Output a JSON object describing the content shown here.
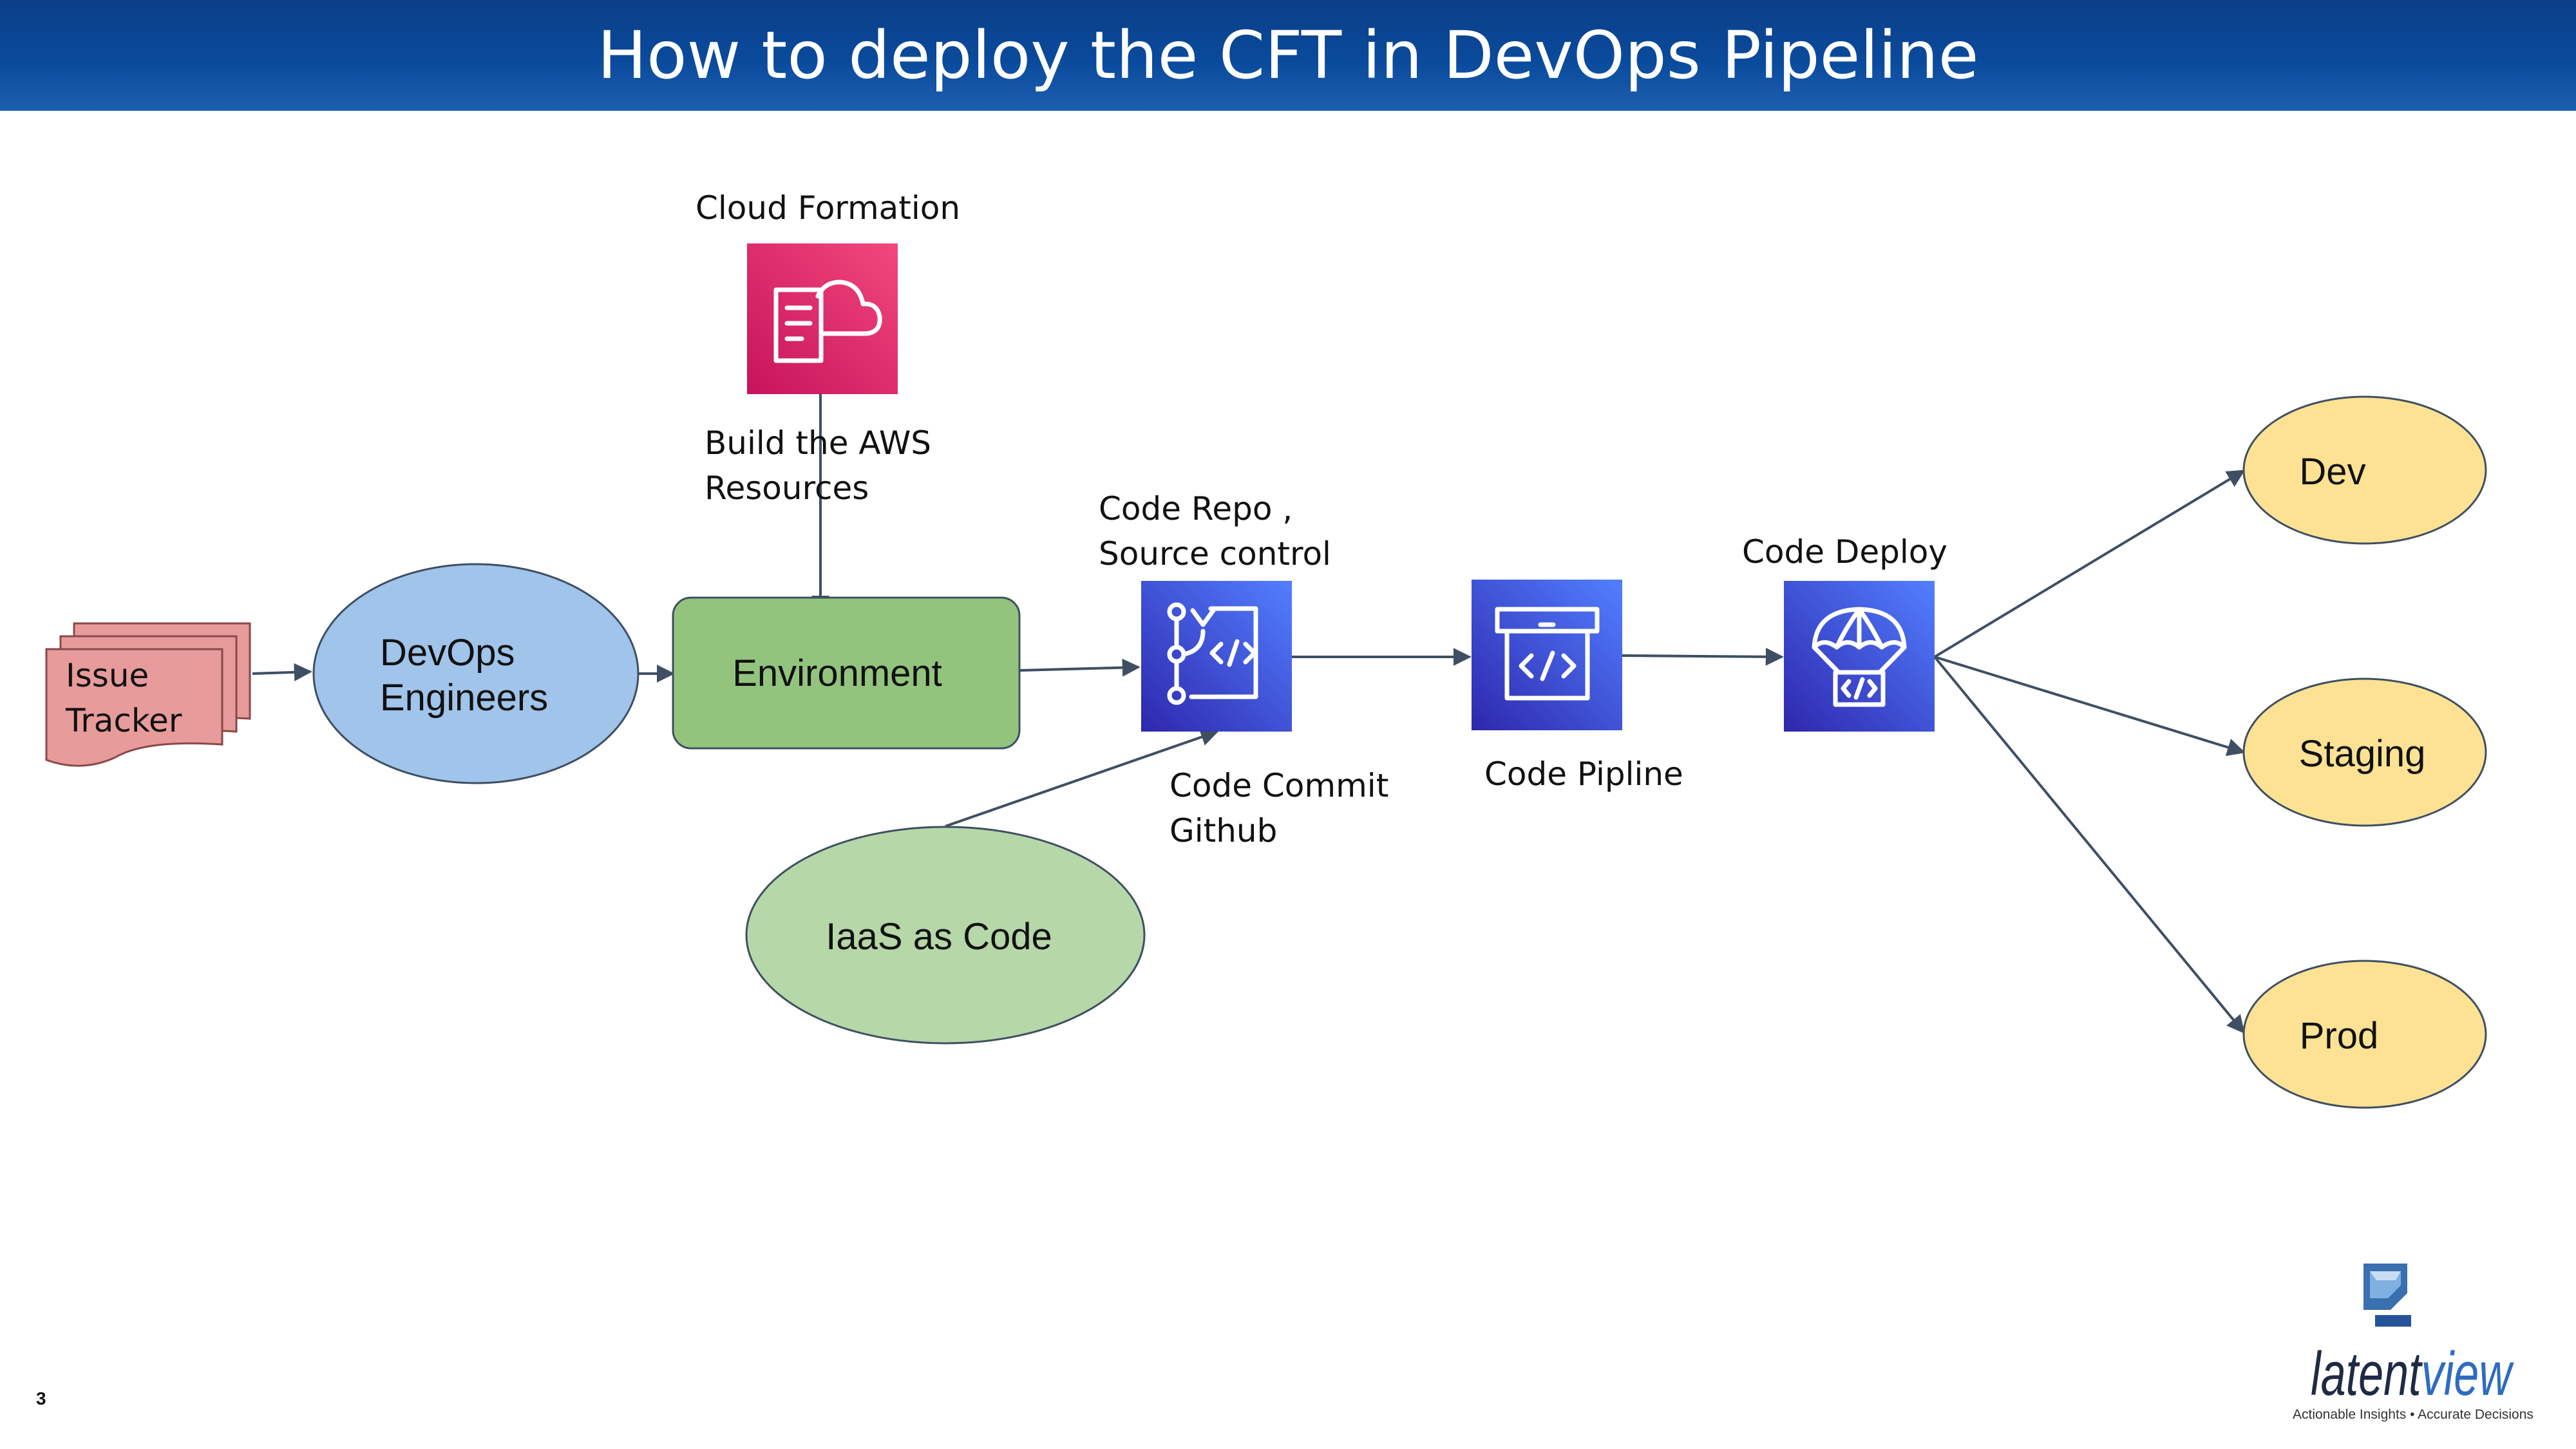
{
  "header": {
    "title": "How to deploy the CFT in DevOps Pipeline"
  },
  "nodes": {
    "issue_tracker": {
      "line1": "Issue",
      "line2": "Tracker"
    },
    "devops_engineers": {
      "line1": "DevOps",
      "line2": "Engineers"
    },
    "environment": {
      "label": "Environment"
    },
    "iaas": {
      "label": "IaaS as Code"
    },
    "dev": {
      "label": "Dev"
    },
    "staging": {
      "label": "Staging"
    },
    "prod": {
      "label": "Prod"
    }
  },
  "labels": {
    "cloud_formation": "Cloud Formation",
    "build_line1": "Build the AWS",
    "build_line2": "Resources",
    "repo_line1": "Code Repo ,",
    "repo_line2": "Source control",
    "commit_line1": "Code Commit",
    "commit_line2": "Github",
    "pipeline": "Code Pipline",
    "deploy": "Code Deploy"
  },
  "logo": {
    "wordmark": "latentview",
    "tagline": "Actionable Insights • Accurate Decisions"
  },
  "footer": {
    "page_number": "3"
  },
  "colors": {
    "header": "#0b3f87",
    "issue_tracker": "#e89b9b",
    "devops_engineers": "#a0c4ea",
    "environment": "#93c47d",
    "iaas": "#b6d7a8",
    "environments": "#fde293",
    "cloud_formation_icon": "#e7157b",
    "code_service_icons": "#3b48cc"
  },
  "icons": [
    "cloudformation-icon",
    "codecommit-icon",
    "codepipeline-icon",
    "codedeploy-icon",
    "latentview-logo"
  ]
}
